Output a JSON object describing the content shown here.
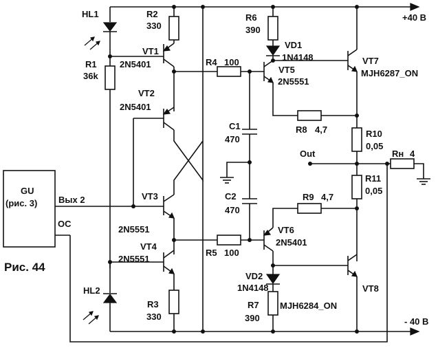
{
  "figure_caption": "Рис. 44",
  "rails": {
    "positive": "+40 В",
    "negative": "- 40 В"
  },
  "generator": {
    "name": "GU",
    "reference": "(рис. 3)",
    "output_label": "Вых 2",
    "feedback_label": "ОС"
  },
  "nodes": {
    "output": "Out"
  },
  "components": {
    "HL1": {
      "ref": "HL1"
    },
    "HL2": {
      "ref": "HL2"
    },
    "R1": {
      "ref": "R1",
      "value": "36k"
    },
    "R2": {
      "ref": "R2",
      "value": "330"
    },
    "R3": {
      "ref": "R3",
      "value": "330"
    },
    "R4": {
      "ref": "R4",
      "value": "100"
    },
    "R5": {
      "ref": "R5",
      "value": "100"
    },
    "R6": {
      "ref": "R6",
      "value": "390"
    },
    "R7": {
      "ref": "R7",
      "value": "390"
    },
    "R8": {
      "ref": "R8",
      "value": "4,7"
    },
    "R9": {
      "ref": "R9",
      "value": "4,7"
    },
    "R10": {
      "ref": "R10",
      "value": "0,05"
    },
    "R11": {
      "ref": "R11",
      "value": "0,05"
    },
    "RL": {
      "ref": "Rн",
      "value": "4"
    },
    "C1": {
      "ref": "C1",
      "value": "470"
    },
    "C2": {
      "ref": "C2",
      "value": "470"
    },
    "VD1": {
      "ref": "VD1",
      "value": "1N4148"
    },
    "VD2": {
      "ref": "VD2",
      "value": "1N4148"
    },
    "VT1": {
      "ref": "VT1",
      "value": "2N5401"
    },
    "VT2": {
      "ref": "VT2",
      "value": "2N5401"
    },
    "VT3": {
      "ref": "VT3",
      "value": "2N5551"
    },
    "VT4": {
      "ref": "VT4",
      "value": "2N5551"
    },
    "VT5": {
      "ref": "VT5",
      "value": "2N5551"
    },
    "VT6": {
      "ref": "VT6",
      "value": "2N5401"
    },
    "VT7": {
      "ref": "VT7",
      "value": "MJH6287_ON"
    },
    "VT8": {
      "ref": "VT8",
      "value": "MJH6284_ON"
    }
  }
}
